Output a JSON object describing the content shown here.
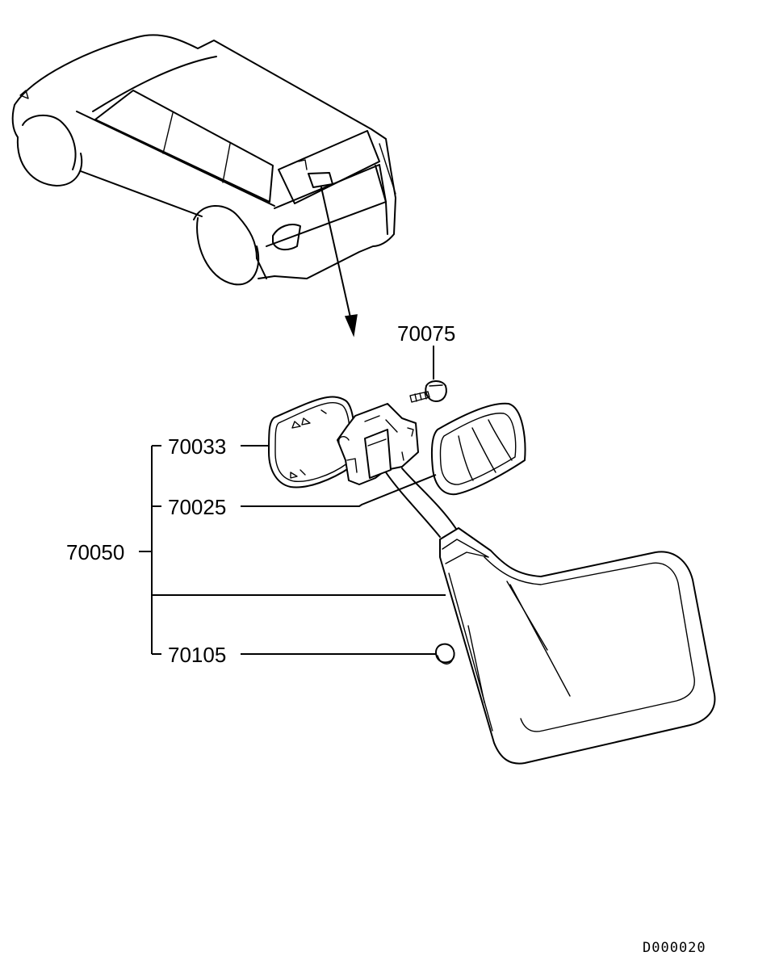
{
  "diagram": {
    "callouts": {
      "c70075": "70075",
      "c70033": "70033",
      "c70025": "70025",
      "c70050": "70050",
      "c70105": "70105"
    },
    "figure_code": "D000020"
  }
}
